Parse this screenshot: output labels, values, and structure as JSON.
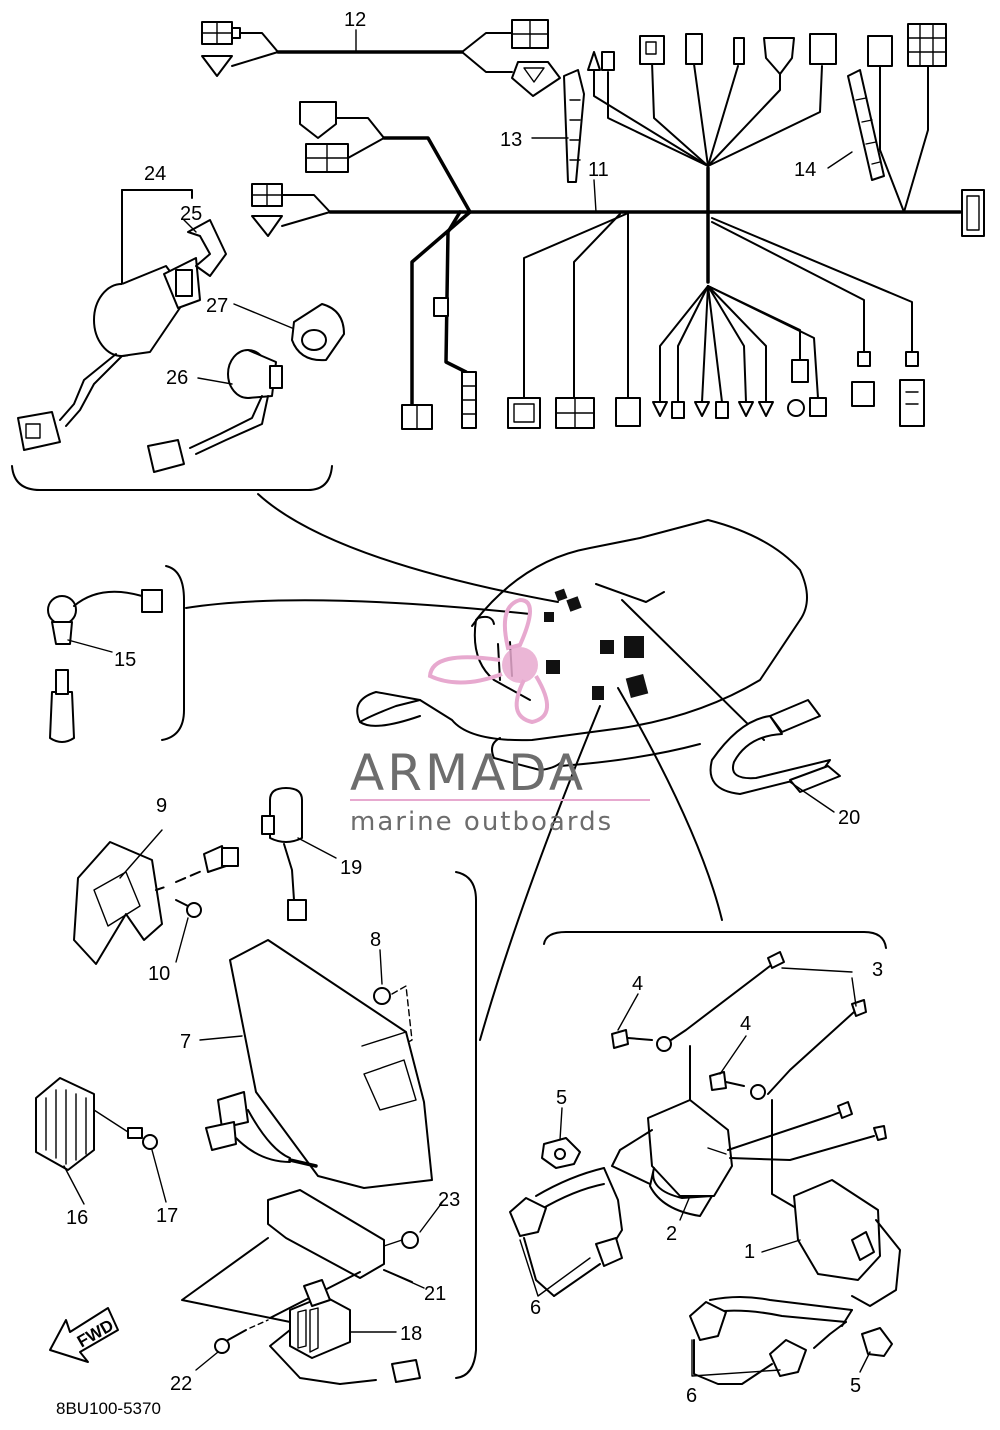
{
  "diagram": {
    "part_callouts": [
      "1",
      "2",
      "3",
      "4",
      "4",
      "5",
      "5",
      "6",
      "6",
      "7",
      "8",
      "9",
      "10",
      "11",
      "12",
      "13",
      "14",
      "15",
      "16",
      "17",
      "18",
      "19",
      "20",
      "21",
      "22",
      "23",
      "24",
      "25",
      "26",
      "27"
    ],
    "direction_label": "FWD",
    "drawing_code": "8BU100-5370"
  },
  "watermark": {
    "brand": "ARMADA",
    "tagline": "marine outboards",
    "colors": {
      "pink": "#e7a9cf",
      "gray": "#6d6d6d"
    }
  }
}
